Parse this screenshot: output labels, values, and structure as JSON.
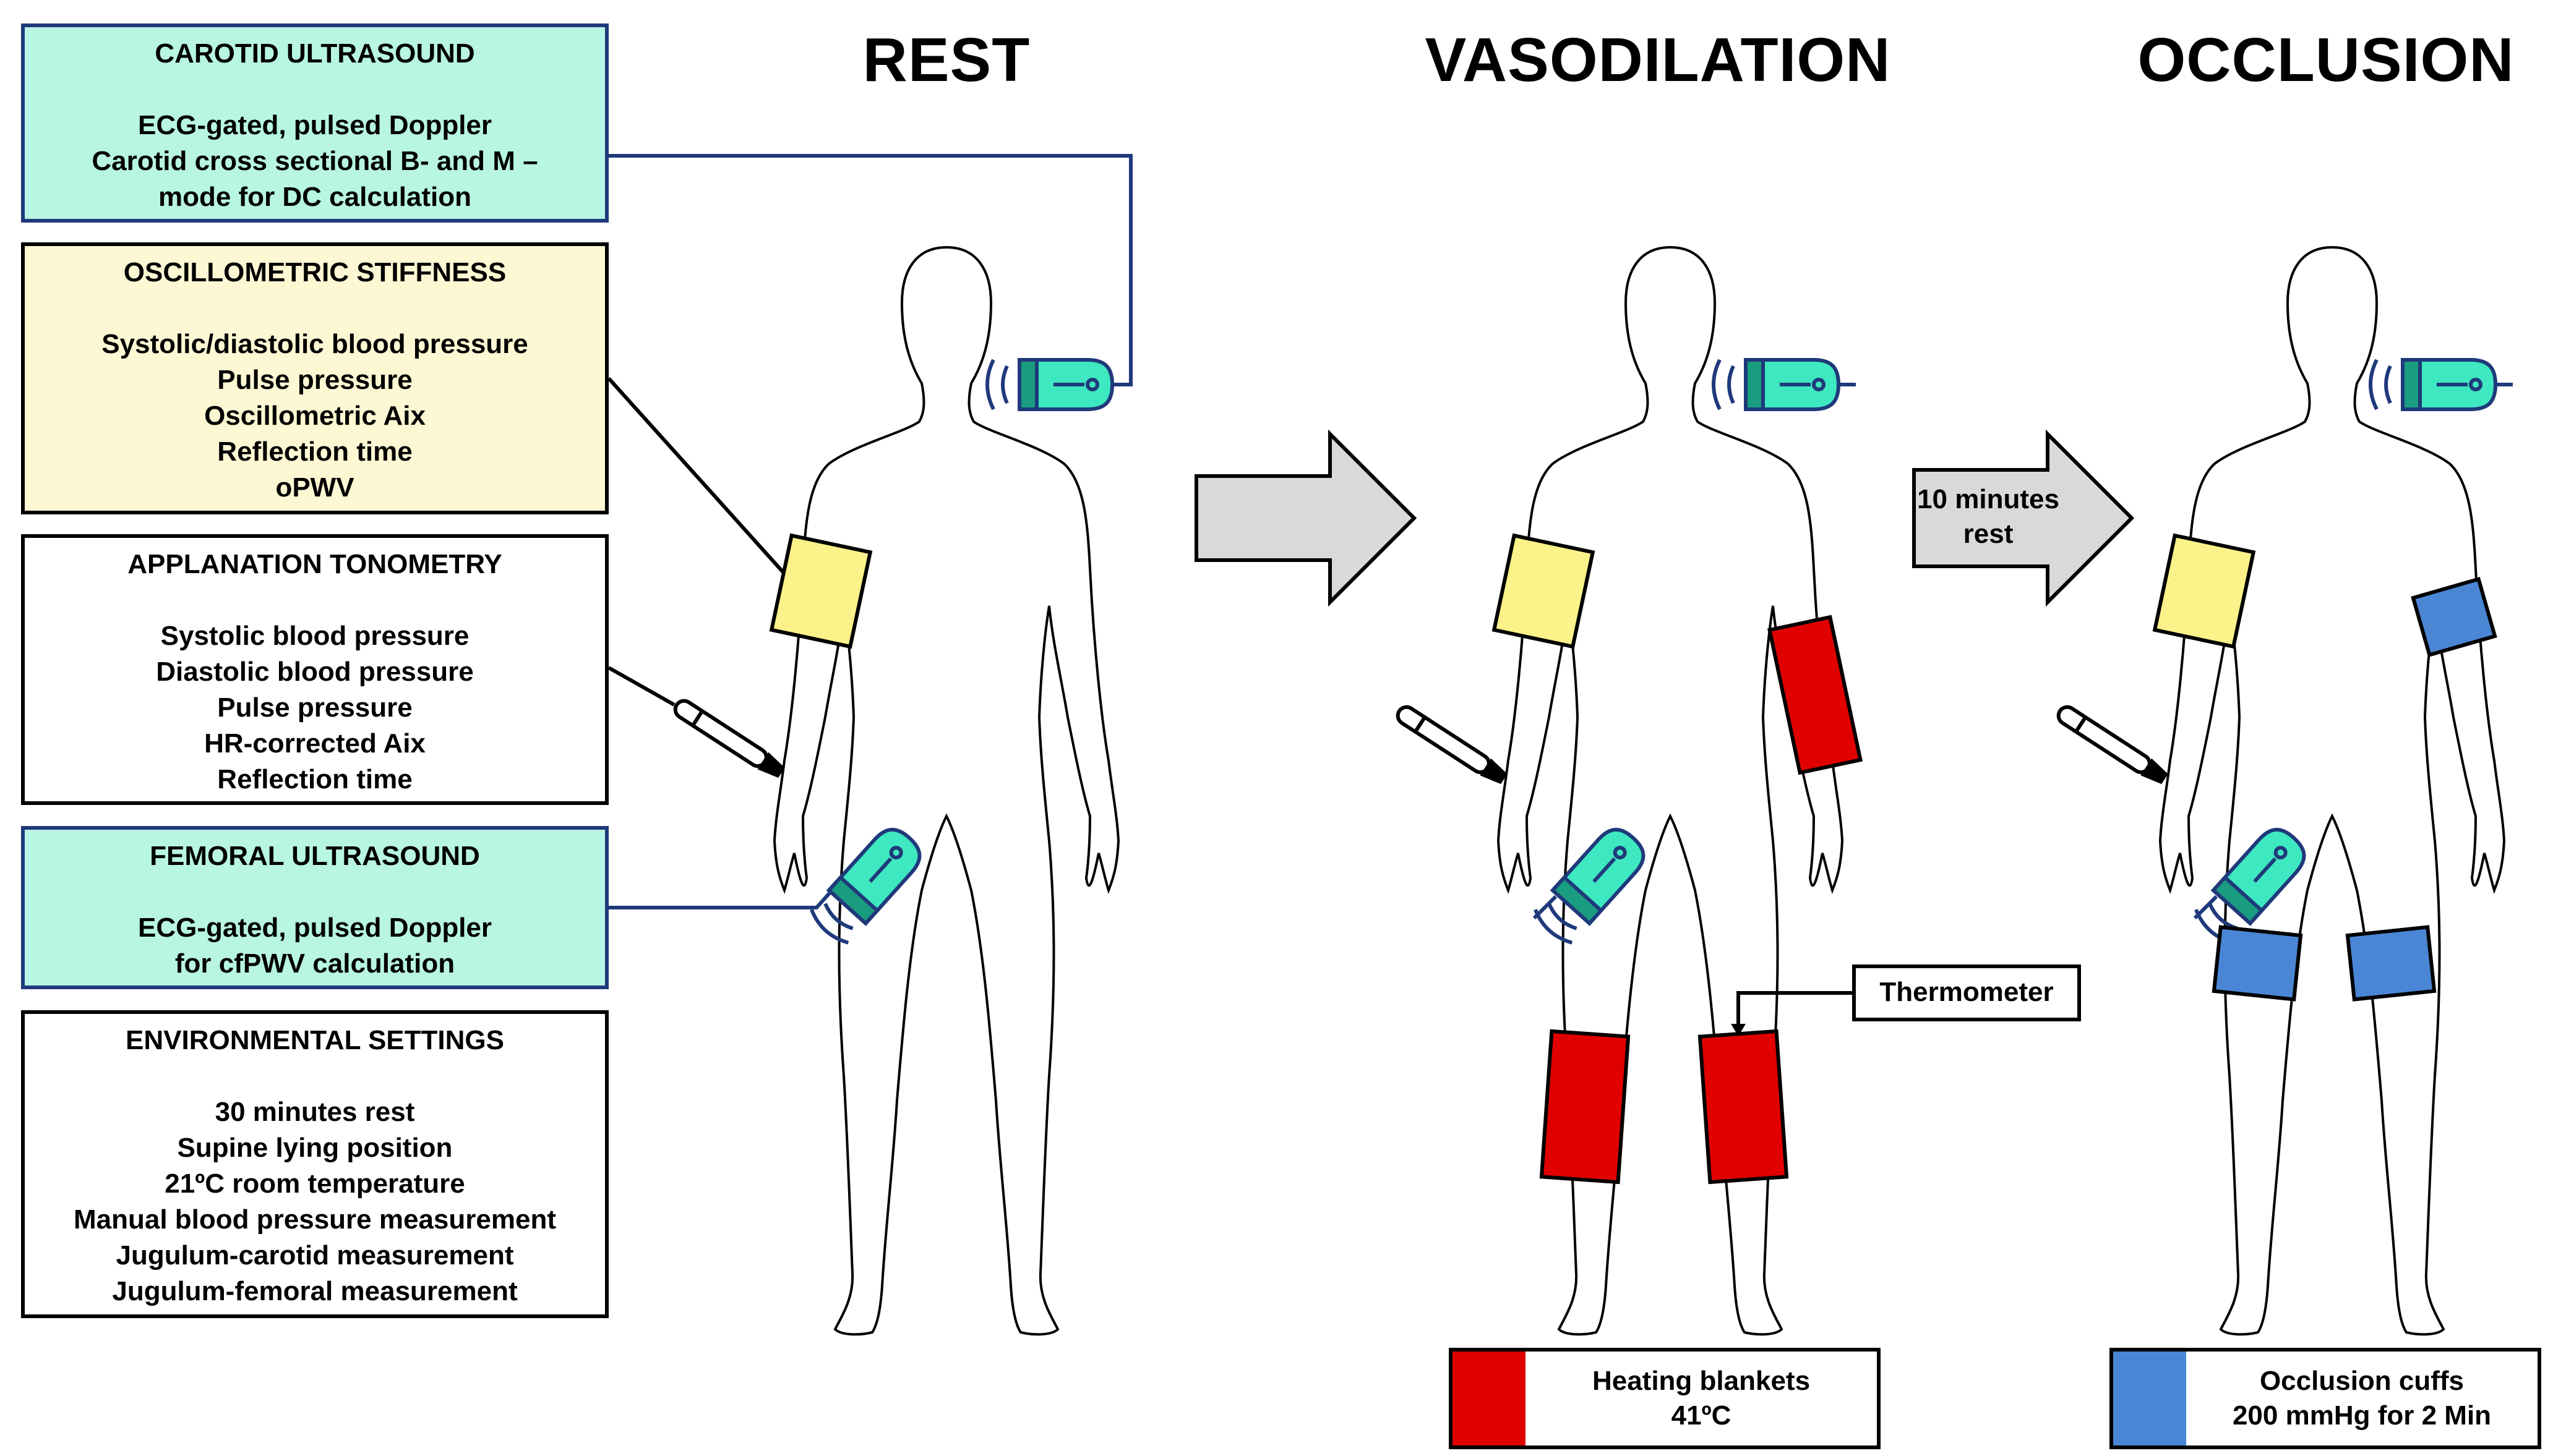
{
  "headings": {
    "rest": "REST",
    "vasodilation": "VASODILATION",
    "occlusion": "OCCLUSION"
  },
  "boxes": {
    "carotid": {
      "title": "CAROTID ULTRASOUND",
      "lines": [
        "ECG-gated, pulsed Doppler",
        "Carotid cross sectional B- and M –",
        "mode  for DC calculation"
      ],
      "color": "#b8f5e3"
    },
    "oscillometric": {
      "title": "OSCILLOMETRIC STIFFNESS",
      "lines": [
        "Systolic/diastolic blood pressure",
        "Pulse pressure",
        "Oscillometric Aix",
        "Reflection time",
        "oPWV"
      ],
      "color": "#fdf8d3"
    },
    "applanation": {
      "title": "APPLANATION TONOMETRY",
      "lines": [
        "Systolic blood pressure",
        "Diastolic blood pressure",
        "Pulse pressure",
        "HR-corrected Aix",
        "Reflection time"
      ],
      "color": "#ffffff"
    },
    "femoral": {
      "title": "FEMORAL ULTRASOUND",
      "lines": [
        "ECG-gated, pulsed Doppler",
        "for cfPWV calculation"
      ],
      "color": "#b8f5e3"
    },
    "environmental": {
      "title": "ENVIRONMENTAL SETTINGS",
      "lines": [
        "30 minutes rest",
        "Supine lying position",
        "21ºC room temperature",
        "Manual blood pressure measurement",
        "Jugulum-carotid measurement",
        "Jugulum-femoral measurement"
      ],
      "color": "#ffffff"
    }
  },
  "arrow_rest": {
    "lines": [
      "10 minutes",
      "rest"
    ]
  },
  "thermometer_label": "Thermometer",
  "legend": {
    "heating": {
      "line1": "Heating blankets",
      "line2": "41ºC",
      "color": "#e00000"
    },
    "occlusion": {
      "line1": "Occlusion cuffs",
      "line2": "200 mmHg for 2 Min",
      "color": "#4a86d4"
    }
  },
  "colors": {
    "teal_probe": "#3ee8c0",
    "probe_dark": "#1f3a7a",
    "bp_cuff": "#fbf28a",
    "heating_blanket": "#e00000",
    "occlusion_cuff": "#4a86d4",
    "arrow_fill": "#d9d9d9",
    "navy_line": "#1f3a7a"
  },
  "icons": [
    "ultrasound-probe-icon",
    "tonometer-pen-icon",
    "bp-cuff-icon",
    "human-silhouette-icon",
    "arrow-icon"
  ]
}
